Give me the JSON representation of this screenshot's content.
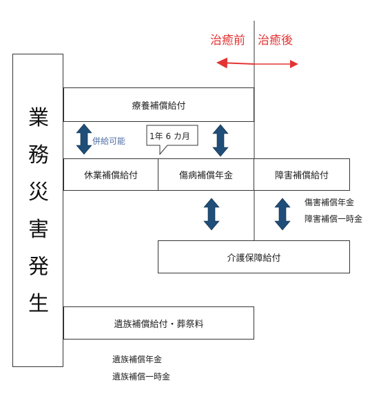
{
  "header": {
    "before_label": "治癒前",
    "after_label": "治癒後"
  },
  "main_column": [
    "業",
    "務",
    "災",
    "害",
    "発",
    "生"
  ],
  "boxes": {
    "ryoyo": "療養補償給付",
    "kyugyo": "休業補償給付",
    "shobyo": "傷病補償年金",
    "shogai": "障害補償給付",
    "kaigo": "介護保障給付",
    "izoku": "遺族補償給付・葬祭料"
  },
  "annotations": {
    "heikyu": "併給可能",
    "callout": "1年 6 カ月",
    "shogai_nenkin": "傷害補償年金",
    "shogai_ichiji": "障害補償一時金",
    "izoku_nenkin": "遺族補償年金",
    "izoku_ichiji": "遺族補償一時金"
  },
  "colors": {
    "arrow_blue": "#1f4e79",
    "red": "#e33333",
    "line": "#333333"
  }
}
